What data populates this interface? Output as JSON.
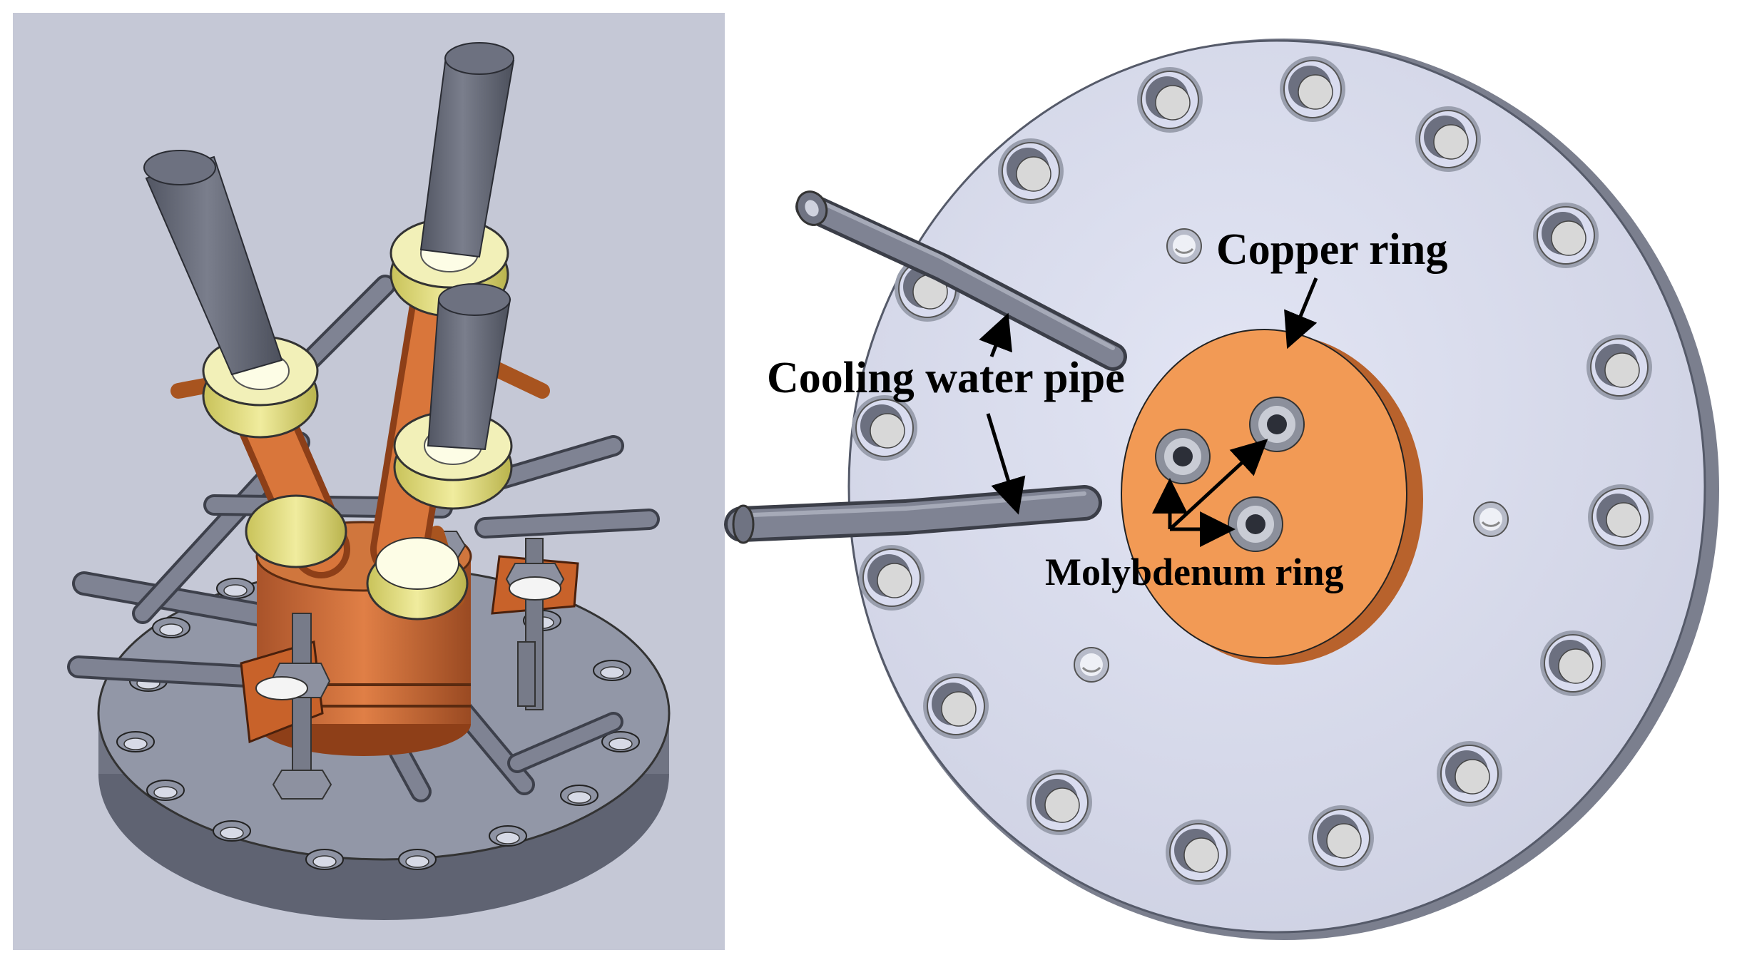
{
  "labels": {
    "copper_ring": "Copper ring",
    "cooling_water_pipe": "Cooling water pipe",
    "molybdenum_ring": "Molybdenum ring"
  },
  "colors": {
    "left_panel_bg": "#c5c8d6",
    "flange": "#d9dcef",
    "flange_edge": "#6f7382",
    "copper": "#f29a55",
    "copper_dark": "#c26a2e",
    "rod": "#6a6e7c",
    "insulator_yellow": "#e7e48c",
    "hole": "#8e93a3",
    "arrow": "#000000"
  },
  "icons": [
    "hex-nut-icon",
    "threaded-rod-icon",
    "bolt-hole-icon"
  ]
}
